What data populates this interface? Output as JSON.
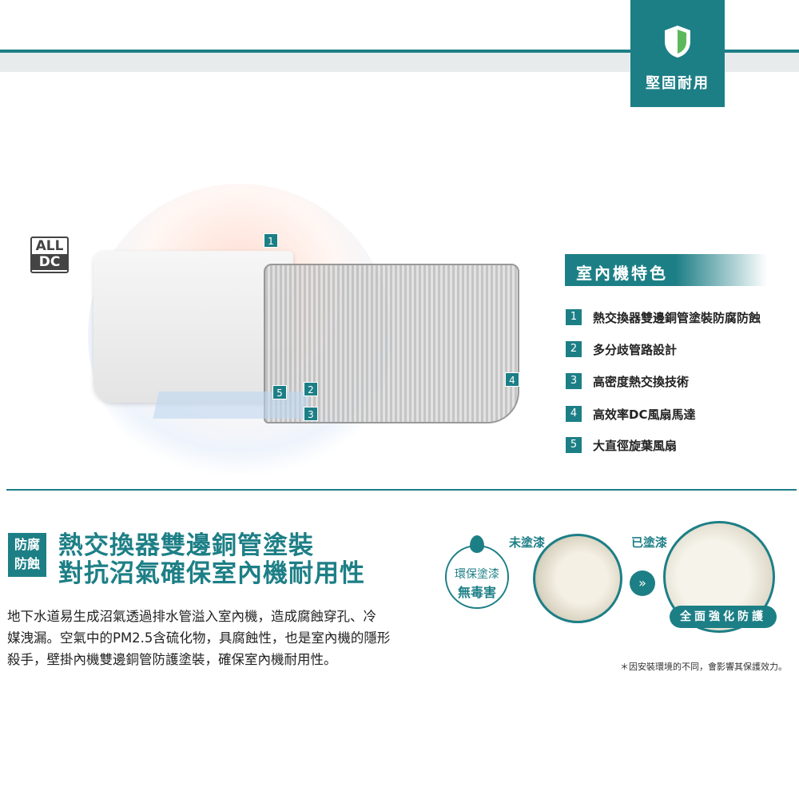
{
  "header": {
    "badge_label": "堅固耐用",
    "badge_icon": "shield-icon"
  },
  "logo": {
    "line1": "ALL",
    "line2": "DC"
  },
  "diagram": {
    "markers": [
      "1",
      "2",
      "3",
      "4",
      "5"
    ]
  },
  "features": {
    "title": "室內機特色",
    "items": [
      {
        "num": "1",
        "label": "熱交換器雙邊銅管塗裝防腐防蝕"
      },
      {
        "num": "2",
        "label": "多分歧管路設計"
      },
      {
        "num": "3",
        "label": "高密度熱交換技術"
      },
      {
        "num": "4",
        "label": "高效率DC風扇馬達"
      },
      {
        "num": "5",
        "label": "大直徑旋葉風扇"
      }
    ]
  },
  "section": {
    "badge": [
      "防腐",
      "防蝕"
    ],
    "title": [
      "熱交換器雙邊銅管塗裝",
      "對抗沼氣確保室內機耐用性"
    ],
    "body": [
      "地下水道易生成沼氣透過排水管溢入室內機，造成腐蝕穿孔、冷",
      "媒洩漏。空氣中的PM2.5含硫化物，具腐蝕性，也是室內機的隱形",
      "殺手，壁掛內機雙邊銅管防護塗裝，確保室內機耐用性。"
    ],
    "eco": [
      "環保塗漆",
      "無毒害"
    ],
    "before_label": "未塗漆",
    "after_label": "已塗漆",
    "after_pill": "全面強化防護",
    "note": "＊因安裝環境的不同，會影響其保護效力。"
  },
  "colors": {
    "accent": "#1d7f86"
  }
}
